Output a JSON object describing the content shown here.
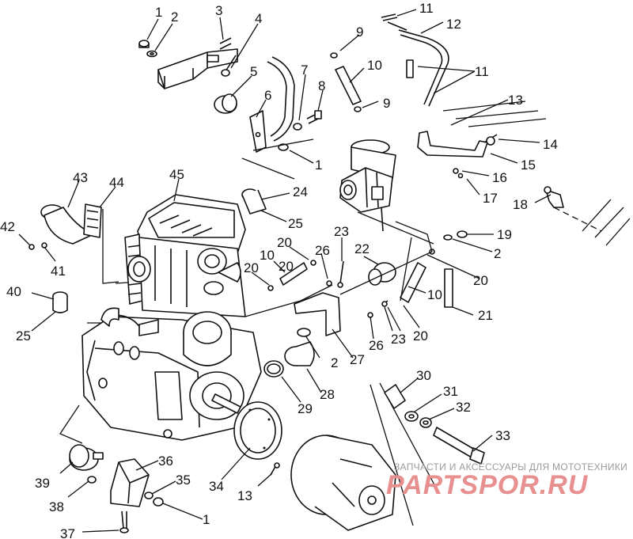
{
  "watermark": {
    "tagline": "ЗАПЧАСТИ И АКСЕССУАРЫ ДЛЯ МОТОТЕХНИКИ",
    "logo": "PARTSPOR.RU"
  },
  "callouts": [
    {
      "id": "c1a",
      "label": "1"
    },
    {
      "id": "c2a",
      "label": "2"
    },
    {
      "id": "c3",
      "label": "3"
    },
    {
      "id": "c4",
      "label": "4"
    },
    {
      "id": "c5",
      "label": "5"
    },
    {
      "id": "c6",
      "label": "6"
    },
    {
      "id": "c7",
      "label": "7"
    },
    {
      "id": "c8",
      "label": "8"
    },
    {
      "id": "c1b",
      "label": "1"
    },
    {
      "id": "c9a",
      "label": "9"
    },
    {
      "id": "c10a",
      "label": "10"
    },
    {
      "id": "c9b",
      "label": "9"
    },
    {
      "id": "c11a",
      "label": "11"
    },
    {
      "id": "c12",
      "label": "12"
    },
    {
      "id": "c11b",
      "label": "11"
    },
    {
      "id": "c13a",
      "label": "13"
    },
    {
      "id": "c14",
      "label": "14"
    },
    {
      "id": "c15",
      "label": "15"
    },
    {
      "id": "c16",
      "label": "16"
    },
    {
      "id": "c17",
      "label": "17"
    },
    {
      "id": "c18",
      "label": "18"
    },
    {
      "id": "c19",
      "label": "19"
    },
    {
      "id": "c2b",
      "label": "2"
    },
    {
      "id": "c20a",
      "label": "20"
    },
    {
      "id": "c10b",
      "label": "10"
    },
    {
      "id": "c21",
      "label": "21"
    },
    {
      "id": "c20b",
      "label": "20"
    },
    {
      "id": "c23a",
      "label": "23"
    },
    {
      "id": "c22",
      "label": "22"
    },
    {
      "id": "c26a",
      "label": "26"
    },
    {
      "id": "c20c",
      "label": "20"
    },
    {
      "id": "c10c",
      "label": "10"
    },
    {
      "id": "c20d",
      "label": "20"
    },
    {
      "id": "c24",
      "label": "24"
    },
    {
      "id": "c25a",
      "label": "25"
    },
    {
      "id": "c45",
      "label": "45"
    },
    {
      "id": "c43",
      "label": "43"
    },
    {
      "id": "c44",
      "label": "44"
    },
    {
      "id": "c42",
      "label": "42"
    },
    {
      "id": "c41",
      "label": "41"
    },
    {
      "id": "c40",
      "label": "40"
    },
    {
      "id": "c25b",
      "label": "25"
    },
    {
      "id": "c26b",
      "label": "26"
    },
    {
      "id": "c23b",
      "label": "23"
    },
    {
      "id": "c20e",
      "label": "20"
    },
    {
      "id": "c27",
      "label": "27"
    },
    {
      "id": "c2c",
      "label": "2"
    },
    {
      "id": "c28",
      "label": "28"
    },
    {
      "id": "c29",
      "label": "29"
    },
    {
      "id": "c30",
      "label": "30"
    },
    {
      "id": "c31",
      "label": "31"
    },
    {
      "id": "c32",
      "label": "32"
    },
    {
      "id": "c33",
      "label": "33"
    },
    {
      "id": "c36",
      "label": "36"
    },
    {
      "id": "c35",
      "label": "35"
    },
    {
      "id": "c1c",
      "label": "1"
    },
    {
      "id": "c39",
      "label": "39"
    },
    {
      "id": "c38",
      "label": "38"
    },
    {
      "id": "c37",
      "label": "37"
    },
    {
      "id": "c34",
      "label": "34"
    },
    {
      "id": "c13b",
      "label": "13"
    }
  ]
}
